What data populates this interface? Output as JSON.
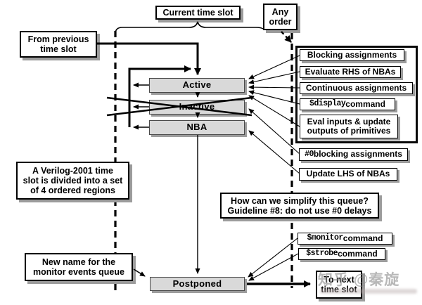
{
  "diagram": {
    "current_time_slot": "Current time slot",
    "any_order": "Any\norder",
    "from_previous": "From previous\ntime slot",
    "queues": {
      "active": "Active",
      "inactive": "Inactive",
      "nba": "NBA",
      "postponed": "Postponed"
    },
    "right_panel_items": [
      {
        "code": "",
        "text": "Blocking assignments"
      },
      {
        "code": "",
        "text": "Evaluate RHS of NBAs"
      },
      {
        "code": "",
        "text": "Continuous assignments"
      },
      {
        "code": "$display",
        "text": " command"
      },
      {
        "code": "",
        "text": "Eval inputs & update\noutputs of primitives"
      }
    ],
    "zero_blocking": {
      "code": "#0",
      "text": " blocking assignments"
    },
    "update_lhs": "Update LHS of NBAs",
    "monitor_cmd": {
      "code": "$monitor",
      "text": " command"
    },
    "strobe_cmd": {
      "code": "$strobe",
      "text": " command"
    },
    "verilog_note": "A Verilog-2001 time\nslot is divided into a set\nof 4 ordered regions",
    "how_simplify": "How can we simplify this queue?\nGuideline #8: do not use #0 delays",
    "new_name": "New name for the\nmonitor events queue",
    "to_next": "To next\ntime slot",
    "watermark": "知乎 @秦旋",
    "colors": {
      "queue_fill": "#d9d9d9",
      "shadow_gray": "#9c9c9c",
      "line_black": "#000000"
    }
  }
}
